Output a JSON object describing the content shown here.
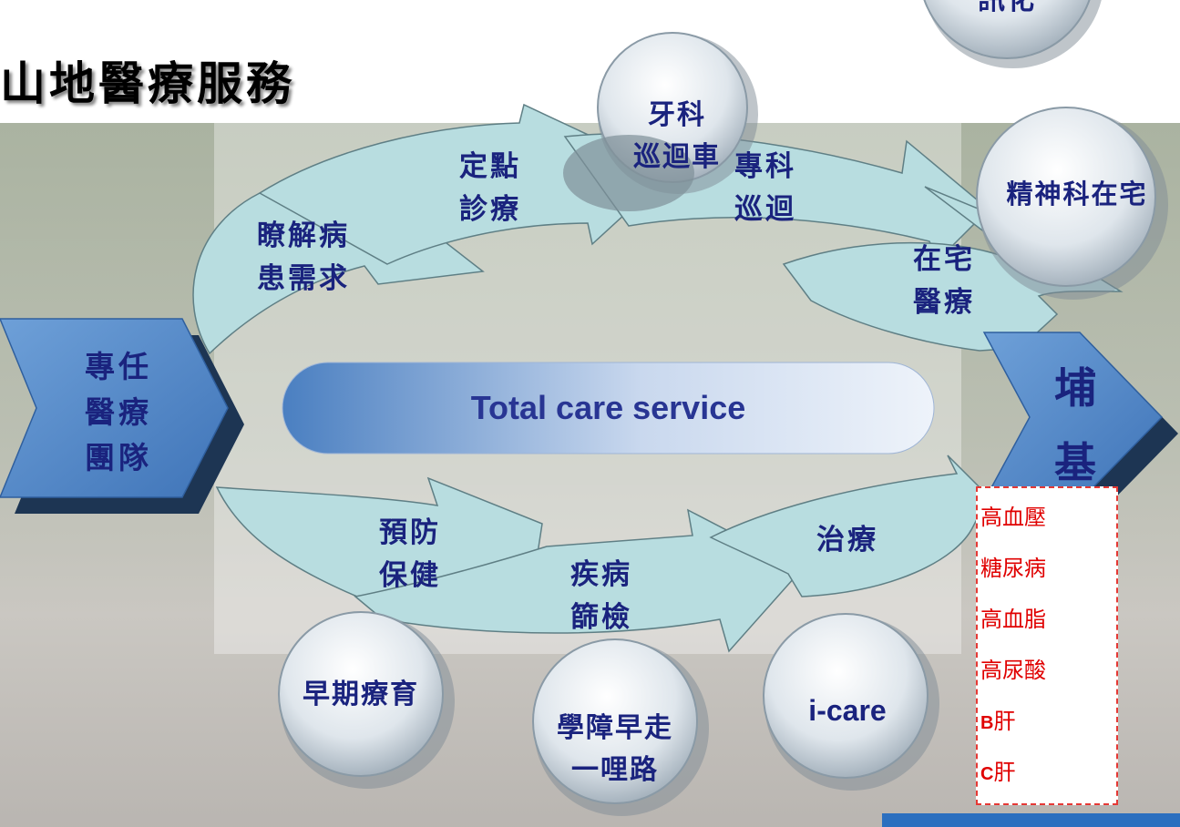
{
  "title": "山地醫療服務",
  "left_chevron": "專任\n醫療\n團隊",
  "right_chevron": "埔\n基",
  "center_band": "Total care service",
  "upper_arrows": [
    {
      "id": "understand",
      "label": "瞭解病\n患需求"
    },
    {
      "id": "fixed",
      "label": "定點\n診療"
    },
    {
      "id": "specialty",
      "label": "專科\n巡迴"
    },
    {
      "id": "home",
      "label": "在宅\n醫療"
    }
  ],
  "lower_arrows": [
    {
      "id": "prevention",
      "label": "預防\n保健"
    },
    {
      "id": "screening",
      "label": "疾病\n篩檢"
    },
    {
      "id": "treatment",
      "label": "治療"
    }
  ],
  "bubbles_top": [
    {
      "id": "dental",
      "label": "牙科\n巡迴車"
    },
    {
      "id": "psych",
      "label": "精神科在宅"
    },
    {
      "id": "partial",
      "label": "訊化"
    }
  ],
  "bubbles_bottom": [
    {
      "id": "early",
      "label": "早期療育"
    },
    {
      "id": "learning",
      "label": "學障早走\n一哩路"
    },
    {
      "id": "icare",
      "label": "i-care"
    }
  ],
  "diseases": [
    {
      "prefix": "",
      "text": "高血壓"
    },
    {
      "prefix": "",
      "text": "糖尿病"
    },
    {
      "prefix": "",
      "text": "高血脂"
    },
    {
      "prefix": "",
      "text": "高尿酸"
    },
    {
      "prefix": "B",
      "text": "肝"
    },
    {
      "prefix": "C",
      "text": "肝"
    }
  ],
  "colors": {
    "arrow_fill": "#b8dde0",
    "chevron_fill": "#4f87c9",
    "label_text": "#1a237e",
    "disease_text": "#e00000",
    "disease_border": "#e53935"
  }
}
